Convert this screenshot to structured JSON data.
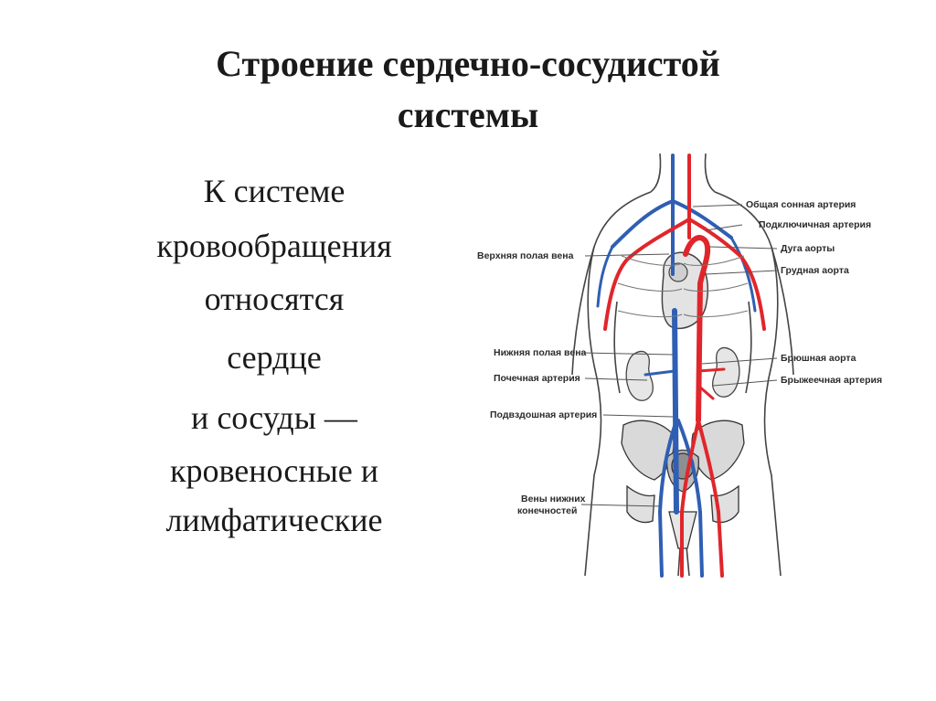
{
  "slide": {
    "title_line1": "Строение сердечно-сосудистой",
    "title_line2": "системы",
    "body_lines": [
      "К системе",
      "кровообращения",
      "относятся",
      "сердце",
      "и сосуды —",
      "кровеносные и",
      "лимфатические"
    ]
  },
  "figure": {
    "labels_left": {
      "svc": "Верхняя полая вена",
      "ivc": "Нижняя полая вена",
      "renal": "Почечная артерия",
      "iliac": "Подвздошная артерия",
      "leg_veins_1": "Вены нижних",
      "leg_veins_2": "конечностей"
    },
    "labels_right": {
      "carotid": "Общая сонная артерия",
      "subclavian": "Подключичная артерия",
      "arch": "Дуга аорты",
      "thoracic": "Грудная аорта",
      "abdominal": "Брюшная аорта",
      "mesenteric": "Брыжеечная артерия"
    },
    "colors": {
      "artery": "#e0262b",
      "vein": "#2f5fb3",
      "outline": "#444444"
    }
  }
}
